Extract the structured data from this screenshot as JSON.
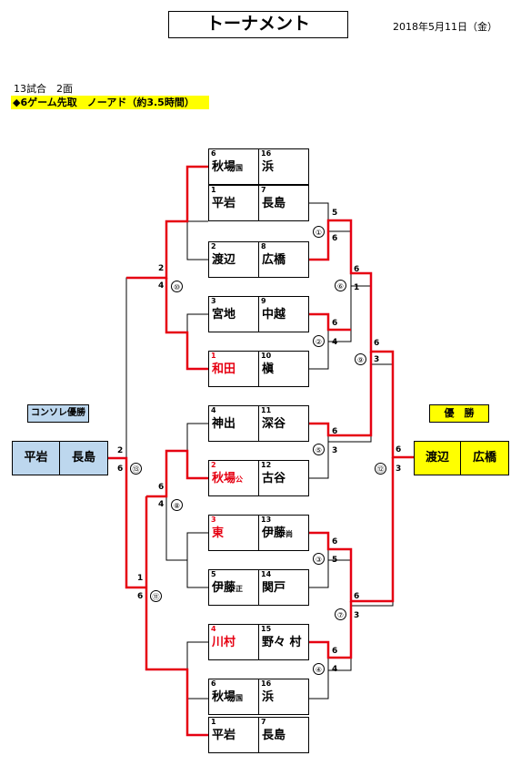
{
  "header": {
    "title": "トーナメント",
    "date": "2018年5月11日（金）"
  },
  "info": {
    "courts": "13試合　2面",
    "rule": "◆6ゲーム先取　ノーアド（約3.5時間）"
  },
  "consolation": {
    "label": "コンソレ優勝",
    "players": [
      "平岩",
      "長島"
    ]
  },
  "champion": {
    "label": "優　勝",
    "players": [
      "渡辺",
      "広橋"
    ]
  },
  "pairs": [
    {
      "seed_a": "6",
      "a": "秋場",
      "a_tag": "国",
      "seed_b": "16",
      "b": "浜"
    },
    {
      "seed_a": "1",
      "a": "平岩",
      "seed_b": "7",
      "b": "長島"
    },
    {
      "seed_a": "2",
      "a": "渡辺",
      "seed_b": "8",
      "b": "広橋"
    },
    {
      "seed_a": "3",
      "a": "宮地",
      "seed_b": "9",
      "b": "中越"
    },
    {
      "seed_a": "1",
      "a": "和田",
      "seed_b": "10",
      "b": "槇",
      "red": true
    },
    {
      "seed_a": "4",
      "a": "神出",
      "seed_b": "11",
      "b": "深谷"
    },
    {
      "seed_a": "2",
      "a": "秋場",
      "a_tag": "公",
      "seed_b": "12",
      "b": "古谷",
      "red": true
    },
    {
      "seed_a": "3",
      "a": "東",
      "seed_b": "13",
      "b": "伊藤",
      "b_tag": "尚",
      "red": true
    },
    {
      "seed_a": "5",
      "a": "伊藤",
      "a_tag": "正",
      "seed_b": "14",
      "b": "関戸"
    },
    {
      "seed_a": "4",
      "a": "川村",
      "seed_b": "15",
      "b": "野々 村",
      "red": true
    },
    {
      "seed_a": "6",
      "a": "秋場",
      "a_tag": "国",
      "seed_b": "16",
      "b": "浜"
    },
    {
      "seed_a": "1",
      "a": "平岩",
      "seed_b": "7",
      "b": "長島"
    }
  ],
  "matches": [
    "①",
    "②",
    "③",
    "④",
    "⑤",
    "⑥",
    "⑦",
    "⑧",
    "⑨",
    "⑩",
    "⑪",
    "⑫",
    "⑬"
  ],
  "scores": {
    "m1": [
      "5",
      "6"
    ],
    "m2": [
      "6",
      "4"
    ],
    "m3": [
      "6",
      "5"
    ],
    "m4": [
      "6",
      "4"
    ],
    "m5": [
      "6",
      "3"
    ],
    "m6": [
      "6",
      "1"
    ],
    "m7": [
      "6",
      "3"
    ],
    "m8": [
      "6",
      "4"
    ],
    "m9": [
      "6",
      "3"
    ],
    "m10": [
      "2",
      "4"
    ],
    "m11": [
      "1",
      "6"
    ],
    "m12": [
      "6",
      "3"
    ],
    "m13": [
      "2",
      "6"
    ]
  },
  "colors": {
    "win_line": "#e60012",
    "line": "#000000",
    "consolation_bg": "#bdd7ee",
    "champion_bg": "#ffff00",
    "red_text": "#e60012"
  }
}
